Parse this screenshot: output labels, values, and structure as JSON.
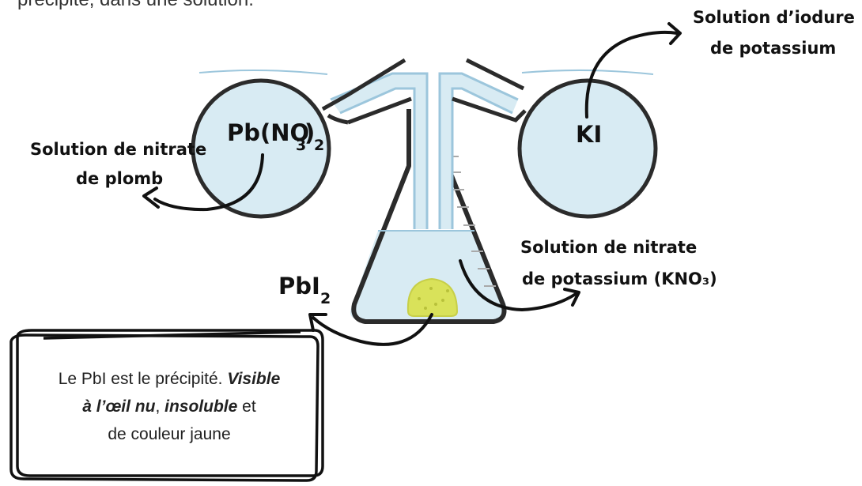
{
  "top_text": "précipité, dans une solution.",
  "labels": {
    "pb_formula_main": "Pb(NO",
    "pb_formula_sub3": "3",
    "pb_formula_close": ")",
    "pb_formula_sub2": "2",
    "ki_formula": "KI",
    "pbi2_main": "PbI",
    "pbi2_sub": "2",
    "lead_nitrate_line1": "Solution de nitrate",
    "lead_nitrate_line2": "de plomb",
    "iodide_line1": "Solution d’iodure",
    "iodide_line2": "de potassium",
    "kno3_line1": "Solution de nitrate",
    "kno3_line2": "de potassium (KNO₃)"
  },
  "note": {
    "part1": "Le PbI  est le précipité. ",
    "visible": "Visible",
    "oeil": "à l’œil nu",
    "comma": ", ",
    "insoluble": "insoluble",
    "et": " et",
    "line3": "de couleur jaune"
  },
  "colors": {
    "solution_fill": "#d8ebf3",
    "outline": "#2b2b2b",
    "precipitate": "#d9e25a",
    "tube_line": "#9cc6dc"
  }
}
